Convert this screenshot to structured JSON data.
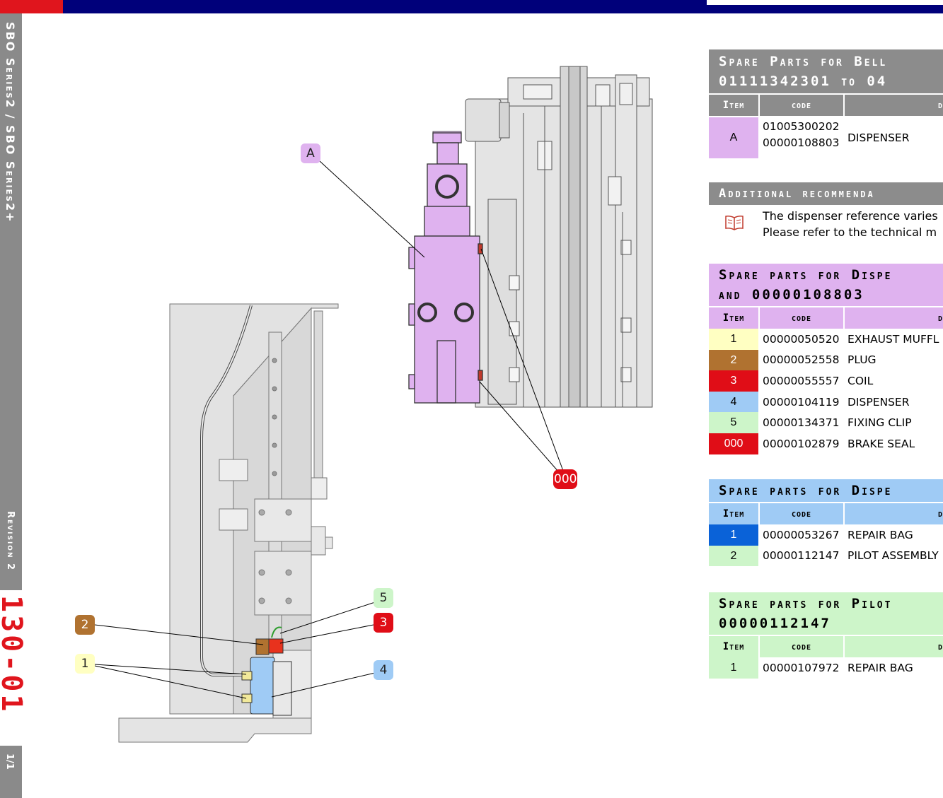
{
  "sidebar": {
    "series": "SBO Series2 / SBO Series2+",
    "revision": "Revision 2",
    "page_code": "130-01",
    "page_count": "1/1"
  },
  "callouts": {
    "A": {
      "label": "A",
      "color": "#dfb2ef",
      "text_color": "#222222"
    },
    "c000": {
      "label": "000",
      "color": "#e00d17",
      "text_color": "#ffffff"
    },
    "c1": {
      "label": "1",
      "color": "#ffffc2",
      "text_color": "#222222"
    },
    "c2": {
      "label": "2",
      "color": "#b07230",
      "text_color": "#ffffff"
    },
    "c3": {
      "label": "3",
      "color": "#e00d17",
      "text_color": "#ffffff"
    },
    "c4": {
      "label": "4",
      "color": "#9fcbf5",
      "text_color": "#222222"
    },
    "c5": {
      "label": "5",
      "color": "#cdf5c9",
      "text_color": "#222222"
    }
  },
  "table1": {
    "title_line1": "Spare Parts for Bell",
    "title_line2": "01111342301 to 04",
    "header": {
      "item": "Item",
      "code": "code",
      "desc": "de"
    },
    "row": {
      "item": "A",
      "code1": "01005300202",
      "code2": "00000108803",
      "desc": "DISPENSER",
      "color": "#dfb2ef"
    }
  },
  "recommendation": {
    "title": "Additional recommenda",
    "line1": "The dispenser reference varies",
    "line2": "Please refer to the technical m",
    "icon": "book-icon"
  },
  "table2": {
    "title_line1": "Spare parts for Dispe",
    "title_line2": "and 00000108803",
    "header": {
      "item": "Item",
      "code": "code",
      "desc": "de"
    },
    "rows": [
      {
        "item": "1",
        "code": "00000050520",
        "desc": "EXHAUST MUFFL",
        "color": "#ffffc2",
        "text_color": "#000000"
      },
      {
        "item": "2",
        "code": "00000052558",
        "desc": "PLUG",
        "color": "#b07230",
        "text_color": "#ffffff"
      },
      {
        "item": "3",
        "code": "00000055557",
        "desc": "COIL",
        "color": "#e00d17",
        "text_color": "#ffffff"
      },
      {
        "item": "4",
        "code": "00000104119",
        "desc": "DISPENSER",
        "color": "#9fcbf5",
        "text_color": "#000000"
      },
      {
        "item": "5",
        "code": "00000134371",
        "desc": "FIXING CLIP",
        "color": "#cdf5c9",
        "text_color": "#000000"
      },
      {
        "item": "000",
        "code": "00000102879",
        "desc": "BRAKE SEAL",
        "color": "#e00d17",
        "text_color": "#ffffff"
      }
    ]
  },
  "table3": {
    "title_line1": "Spare parts for Dispe",
    "header": {
      "item": "Item",
      "code": "code",
      "desc": "de"
    },
    "rows": [
      {
        "item": "1",
        "code": "00000053267",
        "desc": "REPAIR BAG",
        "color": "#0a62d8",
        "text_color": "#ffffff"
      },
      {
        "item": "2",
        "code": "00000112147",
        "desc": "PILOT ASSEMBLY",
        "color": "#cdf5c9",
        "text_color": "#000000"
      }
    ]
  },
  "table4": {
    "title_line1": "Spare parts for Pilot",
    "title_line2": "00000112147",
    "header": {
      "item": "Item",
      "code": "code",
      "desc": "de"
    },
    "rows": [
      {
        "item": "1",
        "code": "00000107972",
        "desc": "REPAIR BAG",
        "color": "#cdf5c9",
        "text_color": "#000000"
      }
    ]
  }
}
